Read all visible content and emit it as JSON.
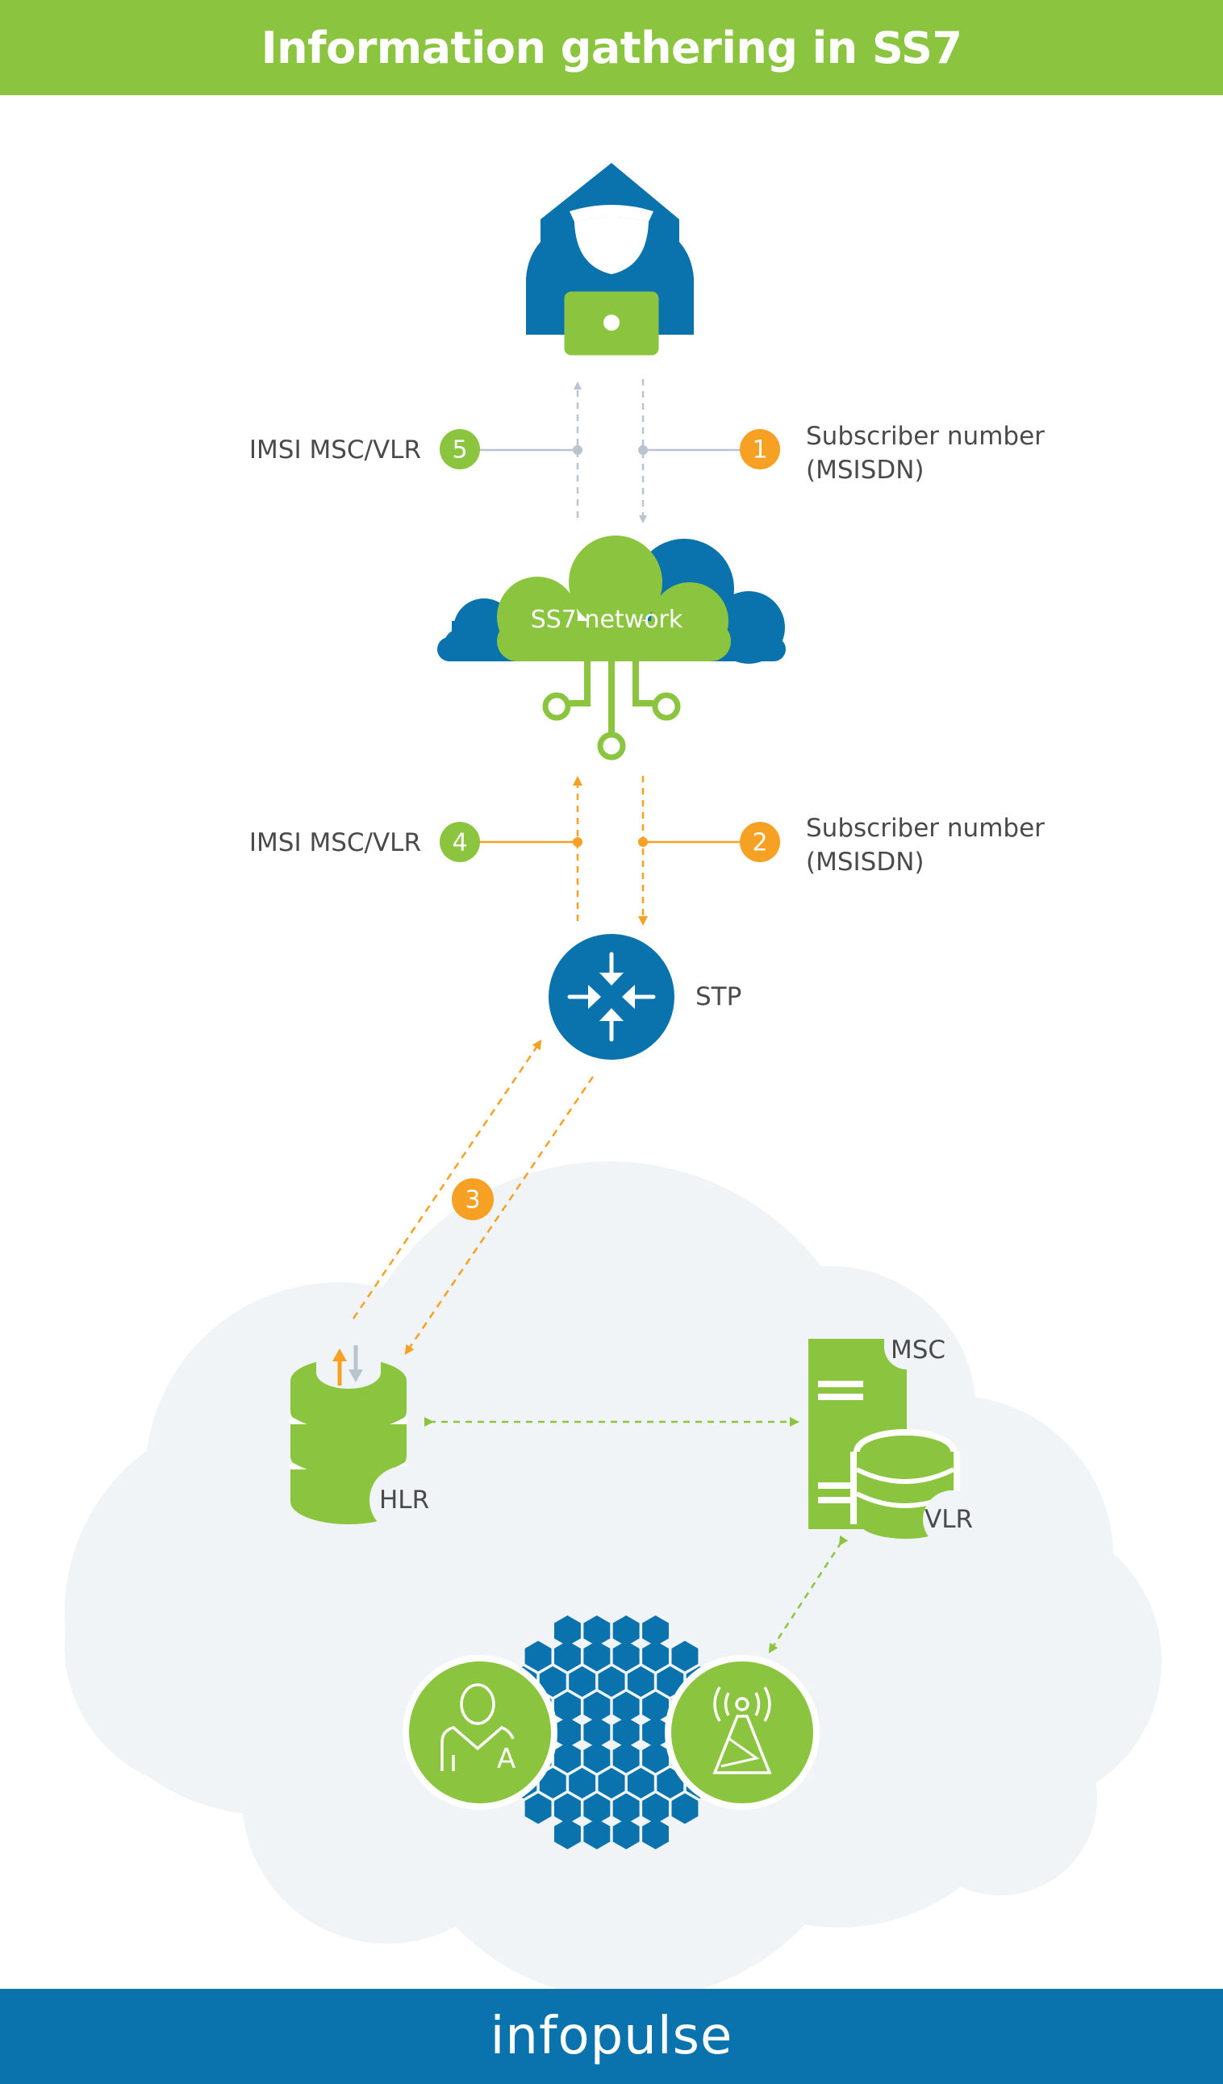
{
  "title": "Information gathering in SS7",
  "brand": "infopulse",
  "colors": {
    "green": "#8bc53f",
    "blue": "#0a73ad",
    "orange": "#f7a124",
    "gray_line": "#b9c4cf",
    "cloud_bg": "#f1f4f7"
  },
  "nodes": {
    "attacker": {
      "icon": "hooded-hacker-icon"
    },
    "ss7": {
      "label": "SS7 network",
      "icon": "cloud-circuit-icon"
    },
    "stp": {
      "label": "STP",
      "icon": "arrows-converge-icon"
    },
    "hlr": {
      "label": "HLR",
      "icon": "database-icon"
    },
    "msc": {
      "label": "MSC",
      "icon": "server-icon"
    },
    "vlr": {
      "label": "VLR",
      "icon": "database-icon"
    },
    "subscriber": {
      "label": "A",
      "icon": "user-icon"
    },
    "tower": {
      "icon": "cell-tower-icon"
    }
  },
  "steps": [
    {
      "num": "1",
      "text": [
        "Subscriber number",
        "(MSISDN)"
      ]
    },
    {
      "num": "2",
      "text": [
        "Subscriber number",
        "(MSISDN)"
      ]
    },
    {
      "num": "3",
      "text": []
    },
    {
      "num": "4",
      "text": [
        "IMSI MSC/VLR"
      ]
    },
    {
      "num": "5",
      "text": [
        "IMSI MSC/VLR"
      ]
    }
  ]
}
